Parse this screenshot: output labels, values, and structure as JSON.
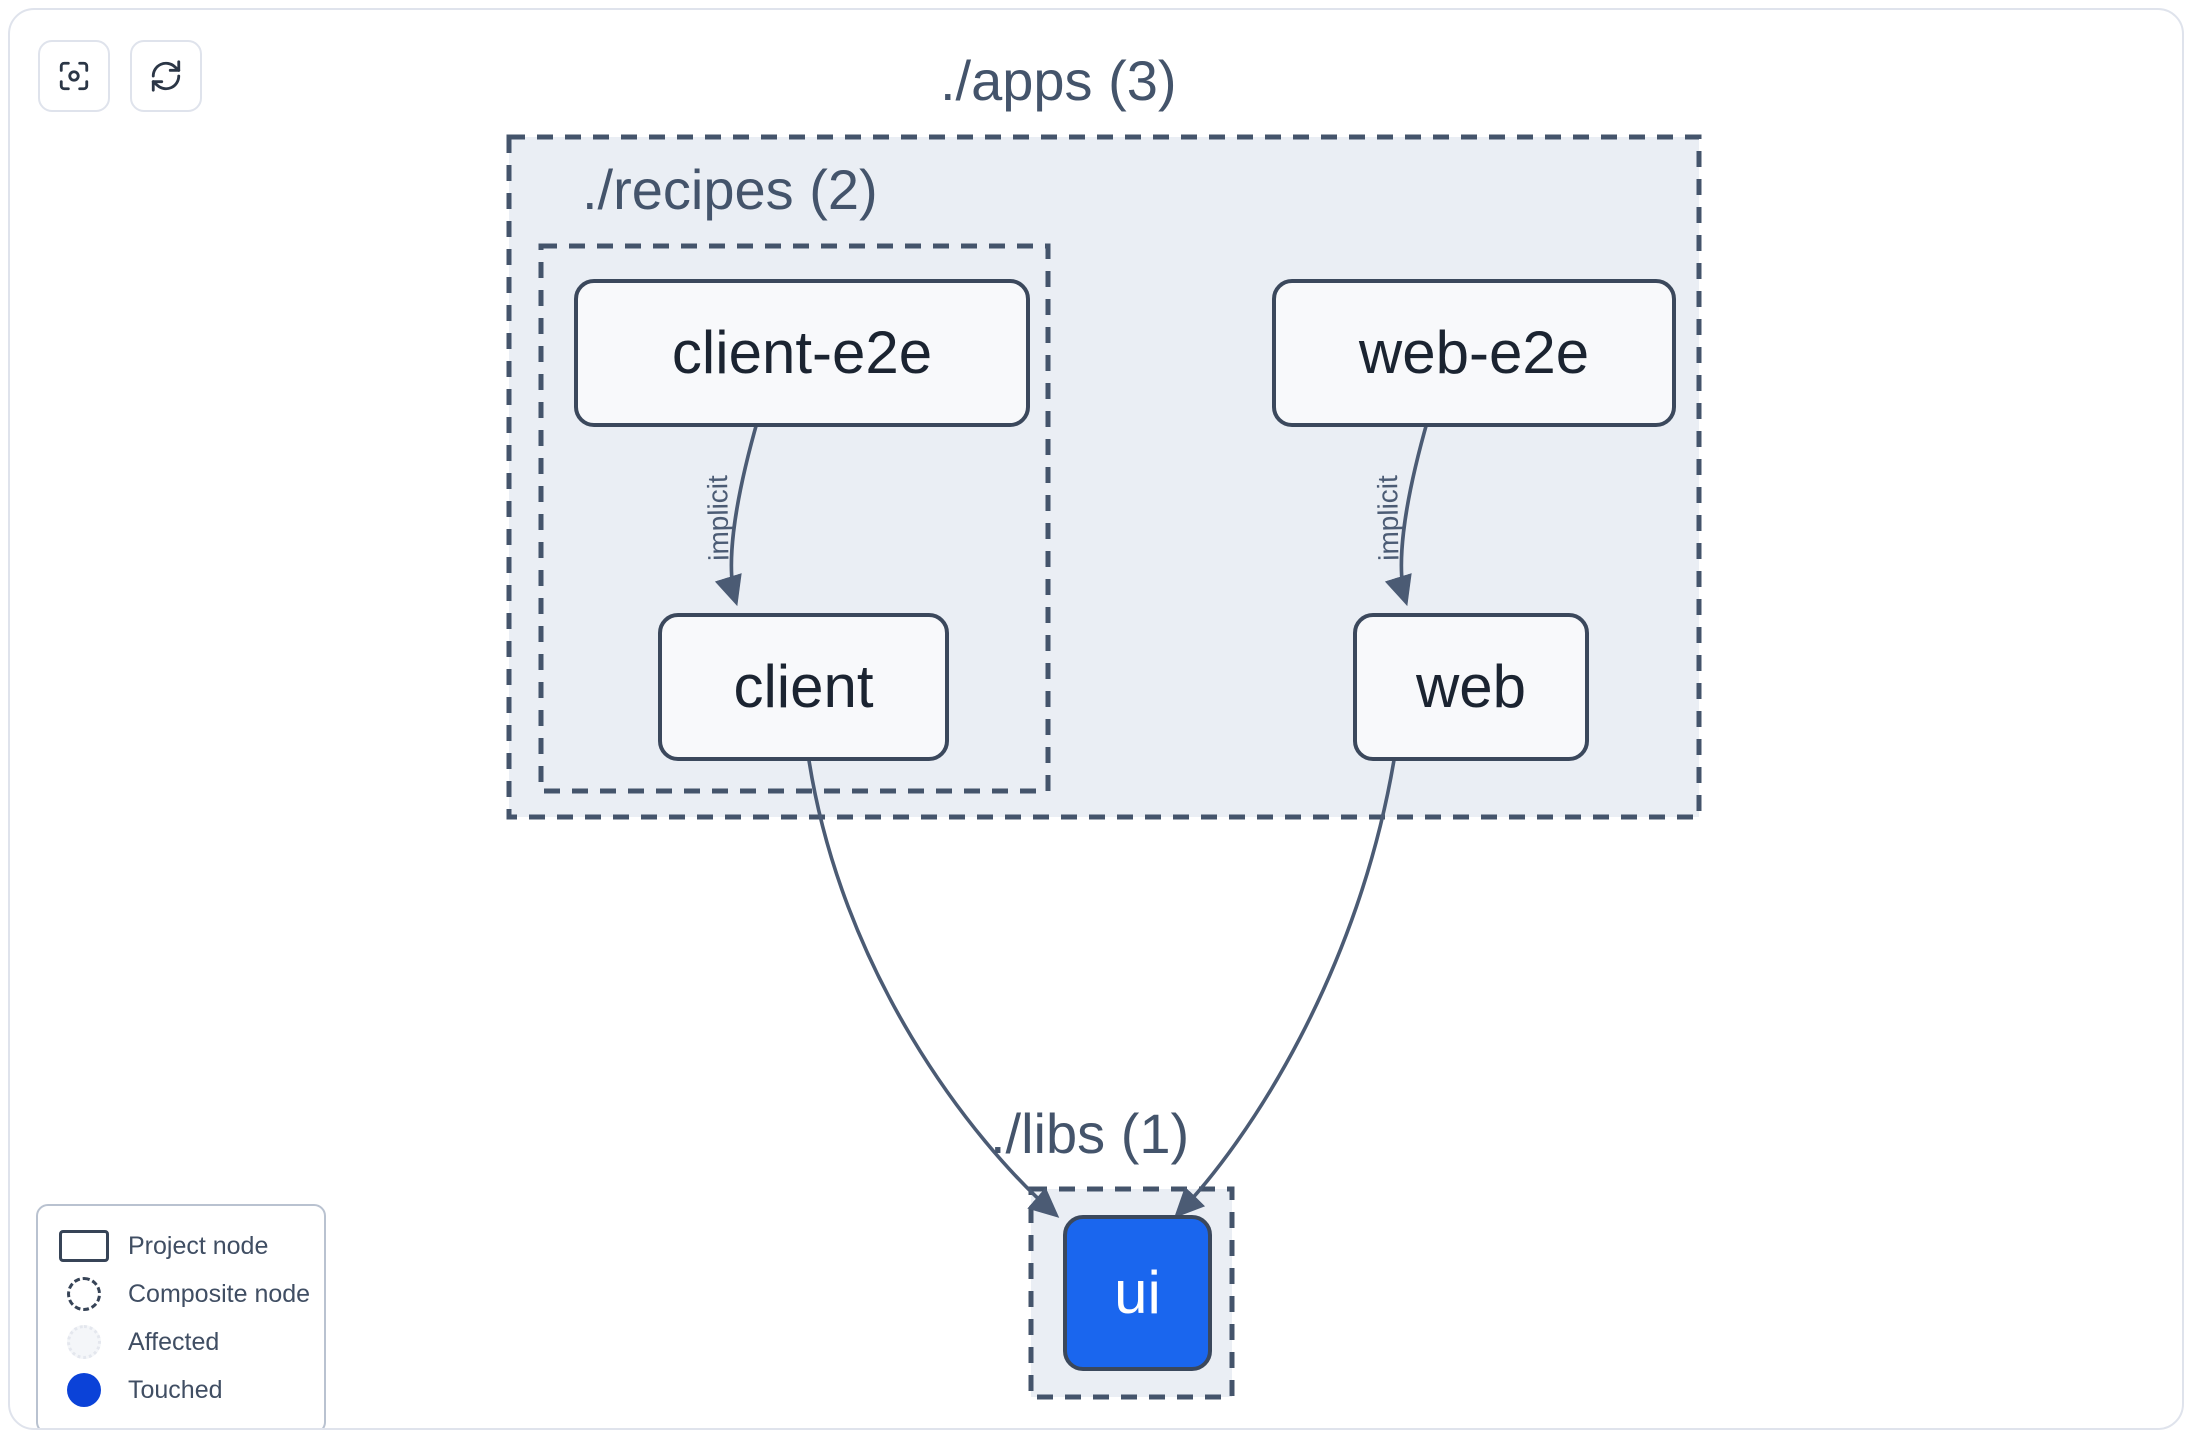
{
  "toolbar": {
    "buttons": [
      {
        "name": "focus-graph-button",
        "icon": "focus-target-icon",
        "title": "Focus graph"
      },
      {
        "name": "refresh-graph-button",
        "icon": "refresh-icon",
        "title": "Refresh graph"
      }
    ]
  },
  "graph": {
    "groups": [
      {
        "id": "apps",
        "label": "./apps (3)",
        "count": 3
      },
      {
        "id": "recipes",
        "label": "./recipes (2)",
        "count": 2
      },
      {
        "id": "libs",
        "label": "./libs (1)",
        "count": 1
      }
    ],
    "nodes": [
      {
        "id": "client-e2e",
        "label": "client-e2e",
        "group": "recipes",
        "state": "normal"
      },
      {
        "id": "client",
        "label": "client",
        "group": "recipes",
        "state": "normal"
      },
      {
        "id": "web-e2e",
        "label": "web-e2e",
        "group": "apps",
        "state": "normal"
      },
      {
        "id": "web",
        "label": "web",
        "group": "apps",
        "state": "normal"
      },
      {
        "id": "ui",
        "label": "ui",
        "group": "libs",
        "state": "touched"
      }
    ],
    "edges": [
      {
        "from": "client-e2e",
        "to": "client",
        "label": "implicit"
      },
      {
        "from": "web-e2e",
        "to": "web",
        "label": "implicit"
      },
      {
        "from": "client",
        "to": "ui",
        "label": ""
      },
      {
        "from": "web",
        "to": "ui",
        "label": ""
      }
    ]
  },
  "legend": {
    "items": [
      {
        "swatch": "project-node-swatch",
        "label": "Project node"
      },
      {
        "swatch": "composite-node-swatch",
        "label": "Composite node"
      },
      {
        "swatch": "affected-swatch",
        "label": "Affected"
      },
      {
        "swatch": "touched-swatch",
        "label": "Touched"
      }
    ]
  },
  "colors": {
    "touched": "#0b42d8",
    "node_touched_fill": "#1a66ee",
    "group_fill": "#eaeef4",
    "group_border": "#44546b",
    "node_fill": "#f8f9fb",
    "node_border": "#3b485c",
    "edge": "#4b5b74",
    "panel_border": "#dfe3ec"
  }
}
